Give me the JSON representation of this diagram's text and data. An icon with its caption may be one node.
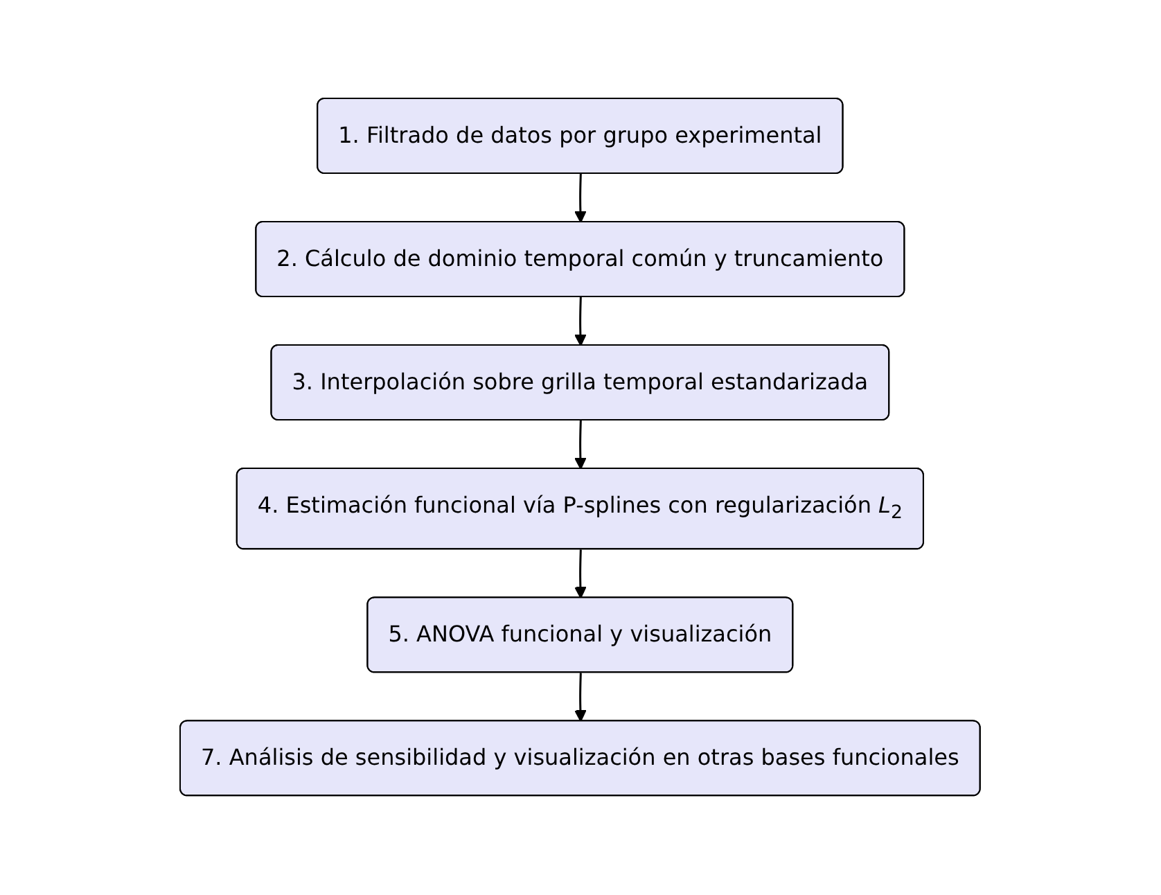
{
  "diagram": {
    "nodes": [
      {
        "text": [
          "1. Filtrado de datos por grupo experimental"
        ]
      },
      {
        "text": [
          "2. Cálculo de dominio temporal común y truncamiento"
        ]
      },
      {
        "text": [
          "3. Interpolación sobre grilla temporal estandarizada"
        ]
      },
      {
        "text": [
          "4. Estimación funcional vía P-splines con regularización *L*$_{2}$"
        ]
      },
      {
        "text": [
          "5. ANOVA funcional y visualización"
        ]
      },
      {
        "text": [
          "7. Análisis de sensibilidad y visualización en otras bases funcionales"
        ]
      }
    ],
    "edges": [
      {
        "from": 0,
        "to": 1,
        "arrow": "to"
      },
      {
        "from": 1,
        "to": 2,
        "arrow": "to"
      },
      {
        "from": 2,
        "to": 3,
        "arrow": "to"
      },
      {
        "from": 3,
        "to": 4,
        "arrow": "to"
      },
      {
        "from": 4,
        "to": 5,
        "arrow": "to"
      }
    ]
  }
}
